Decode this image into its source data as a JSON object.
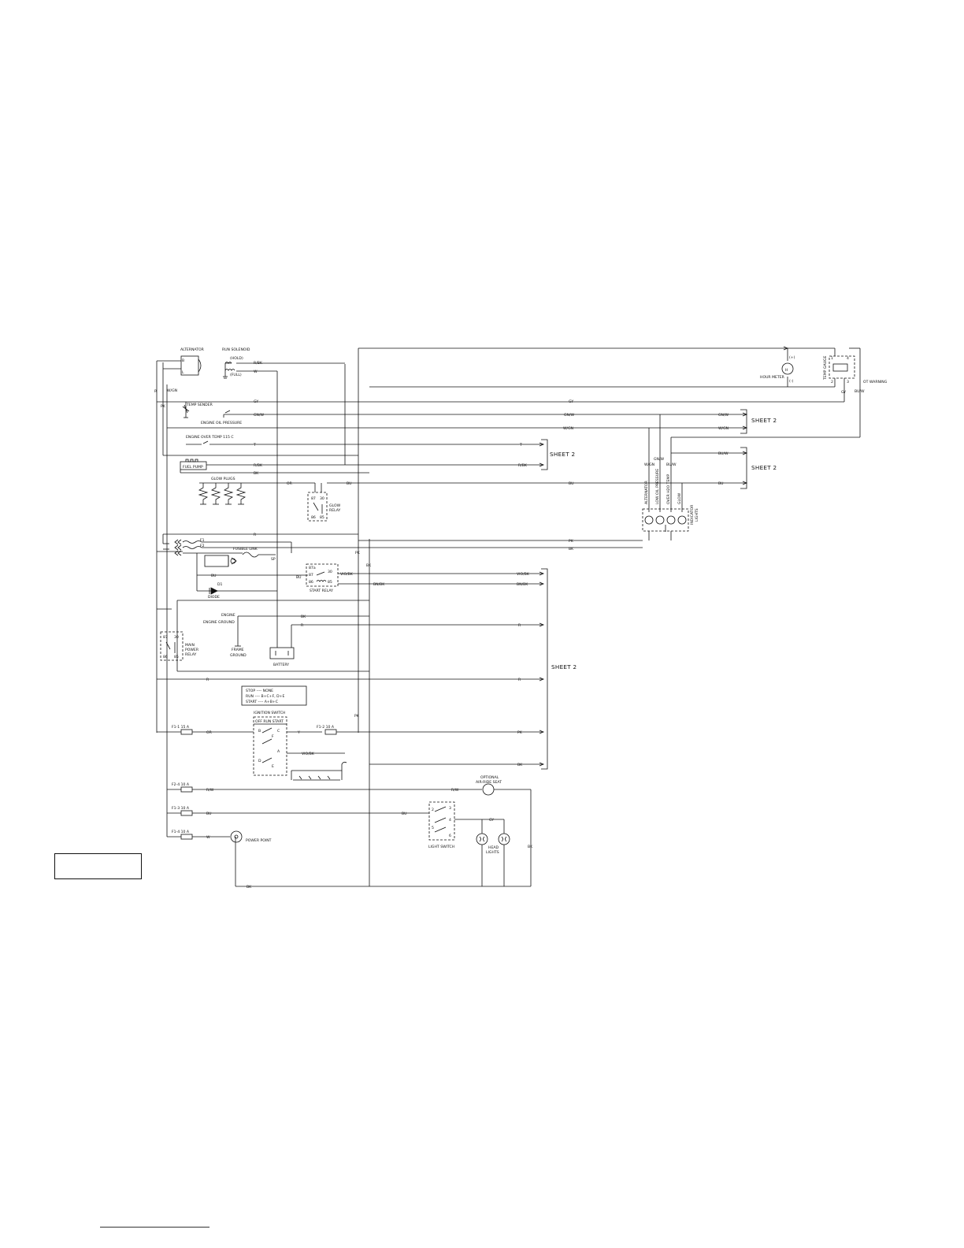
{
  "labels": {
    "alternator": "ALTERNATOR",
    "run_solenoid": "RUN SOLENOID",
    "hold": "(HOLD)",
    "full": "(FULL)",
    "temp_sender": "TEMP SENDER",
    "engine_oil_pressure": "ENGINE OIL PRESSURE",
    "engine_over_temp": "ENGINE OVER TEMP 115 C",
    "fuel_pump": "FUEL PUMP",
    "glow_plugs": "GLOW PLUGS",
    "glow_relay_1": "GLOW",
    "glow_relay_2": "RELAY",
    "fusible_link": "FUSIBLE LINK",
    "start_relay": "START RELAY",
    "diode": "DIODE",
    "d1": "D1",
    "engine": "ENGINE",
    "engine_ground": "ENGINE GROUND",
    "frame_ground_1": "FRAME",
    "frame_ground_2": "GROUND",
    "battery": "BATTERY",
    "main_power_relay_1": "MAIN",
    "main_power_relay_2": "POWER",
    "main_power_relay_3": "RELAY",
    "ignition_switch": "IGNITION SWITCH",
    "ignition_positions": "OFF RUN START",
    "hour_meter": "HOUR METER",
    "temp_gauge": "TEMP GAUGE",
    "ot_warning": "OT WARNING",
    "optional_1": "OPTIONAL",
    "optional_2": "AIR-RIDE SEAT",
    "light_switch": "LIGHT SWITCH",
    "head_lights_1": "HEAD",
    "head_lights_2": "LIGHTS",
    "power_point": "POWER POINT",
    "indicator_1": "INDICATOR",
    "indicator_2": "LIGHTS",
    "ind_alternator": "ALTERNATOR",
    "ind_oil": "LOW OIL PRESSURE",
    "ind_temp": "OVER H2O TEMP",
    "ind_glow": "GLOW",
    "plus": "(+)",
    "minus": "(-)",
    "sheet_2": "SHEET 2"
  },
  "wires": {
    "pk": "PK",
    "bk": "BK",
    "gy": "GY",
    "gn_w": "GN/W",
    "w_gn": "W/GN",
    "t": "T",
    "r_bk": "R/BK",
    "w": "W",
    "or": "OR",
    "bu": "BU",
    "bu_w": "BU/W",
    "r": "R",
    "vio_bk": "VIO/BK",
    "bn_bk": "BN/BK",
    "y": "Y",
    "r_w": "R/W",
    "sp": "SP"
  },
  "fuses": {
    "f1": "F1",
    "f2": "F2",
    "f1_1": "F1-1  15 A",
    "f1_2": "F1-2  10 A",
    "f2_4": "F2-4  10 A",
    "f1_3": "F1-3  10 A",
    "f1_4": "F1-4  10 A"
  },
  "switch_states": {
    "stop": "STOP  ----  NONE",
    "run": "RUN  ----  B+C+F, D+E",
    "start": "START  ----  A+B+C"
  },
  "relay_pins": {
    "p87a": "87a",
    "p87": "87",
    "p30": "30",
    "p86": "86",
    "p85": "85"
  },
  "switch_terminals": {
    "a": "A",
    "b": "B",
    "c": "C",
    "d": "D",
    "e": "E",
    "f": "F"
  }
}
